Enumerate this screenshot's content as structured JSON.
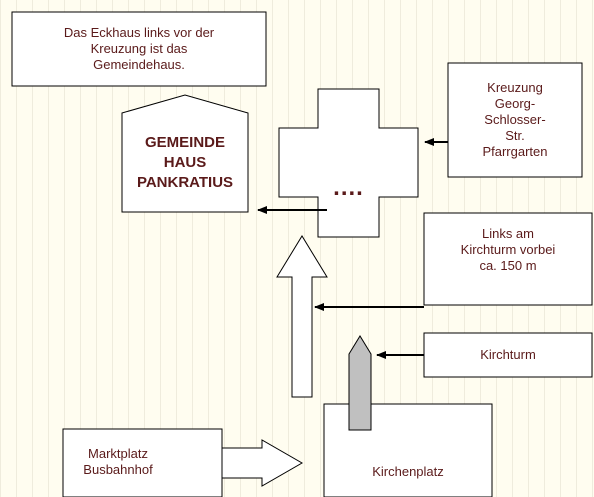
{
  "note_box": {
    "text": "Das Eckhaus links vor der\nKreuzung ist das\nGemeindehaus."
  },
  "community_house": {
    "text": "GEMEINDE\nHAUS\nPANKRATIUS"
  },
  "intersection": {
    "dots": "...."
  },
  "crossing_box": {
    "text": "Kreuzung\nGeorg-\nSchlosser-\nStr.\nPfarrgarten"
  },
  "left_turn_box": {
    "text": "Links am\nKirchturm vorbei\nca. 150 m"
  },
  "church_tower_box": {
    "text": "Kirchturm"
  },
  "start_box": {
    "text": "Marktplatz\nBusbahnhof"
  },
  "church_square_box": {
    "text": "Kirchenplatz"
  },
  "colors": {
    "text": "#5a1a1a",
    "tower": "#c0c0c0",
    "line": "#000000"
  }
}
